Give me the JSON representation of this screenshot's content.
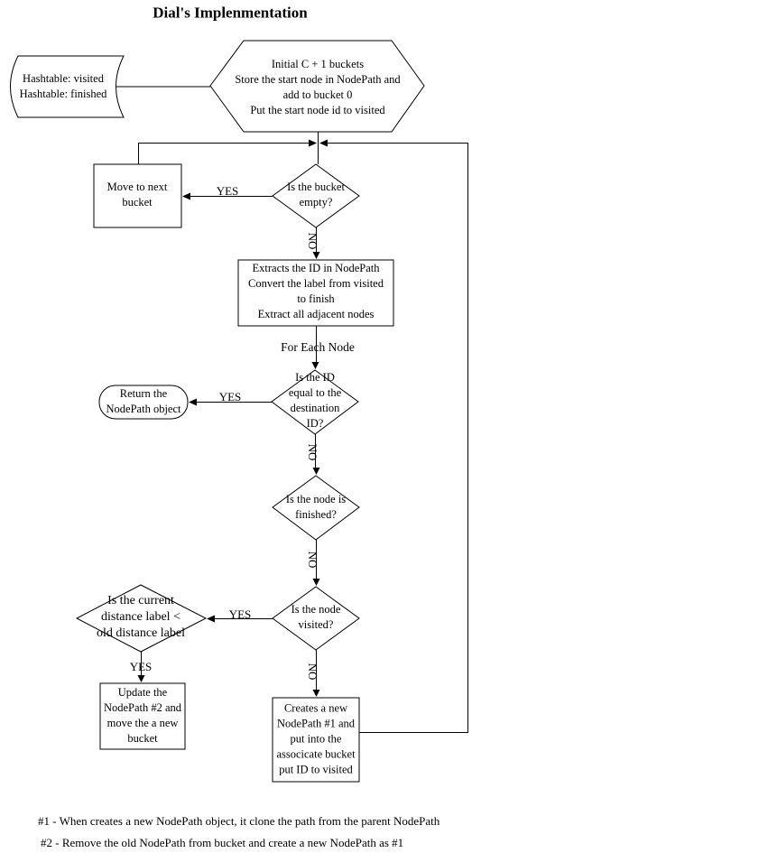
{
  "title": "Dial's Implenmentation",
  "nodes": {
    "hashtables": {
      "label": "Hashtable: visited\nHashtable: finished"
    },
    "init": {
      "label": "Initial C + 1 buckets\nStore the start node in NodePath and\nadd to bucket 0\nPut the start node id to visited"
    },
    "bucket_empty": {
      "label": "Is the bucket\nempty?"
    },
    "move_next_bucket": {
      "label": "Move to next\nbucket"
    },
    "extract": {
      "label": "Extracts the ID in NodePath\nConvert the label from visited\nto finish\nExtract all adjacent nodes"
    },
    "id_equal_dest": {
      "label": "Is the ID\nequal to the\ndestination\nID?"
    },
    "return_nodepath": {
      "label": "Return the\nNodePath object"
    },
    "node_finished": {
      "label": "Is the node is\nfinished?"
    },
    "node_visited": {
      "label": "Is the node\nvisited?"
    },
    "distance_compare": {
      "label": "Is the current\ndistance label <\nold distance label"
    },
    "update_nodepath": {
      "label": "Update the\nNodePath #2 and\nmove the a new\nbucket"
    },
    "create_nodepath": {
      "label": "Creates a new\nNodePath #1 and\nput into the\nassocicate bucket\nput ID to visited"
    }
  },
  "edge_labels": {
    "bucket_empty_yes": "YES",
    "bucket_empty_no": "NO",
    "for_each_node": "For Each Node",
    "id_equal_yes": "YES",
    "id_equal_no": "NO",
    "node_finished_no": "NO",
    "node_visited_yes": "YES",
    "node_visited_no": "NO",
    "distance_compare_yes": "YES"
  },
  "notes": [
    "#1 - When creates a new NodePath object, it clone the path from the parent NodePath",
    "#2 - Remove the old NodePath from bucket and create a new NodePath as #1"
  ],
  "colors": {
    "line": "#000000",
    "background": "#ffffff"
  }
}
